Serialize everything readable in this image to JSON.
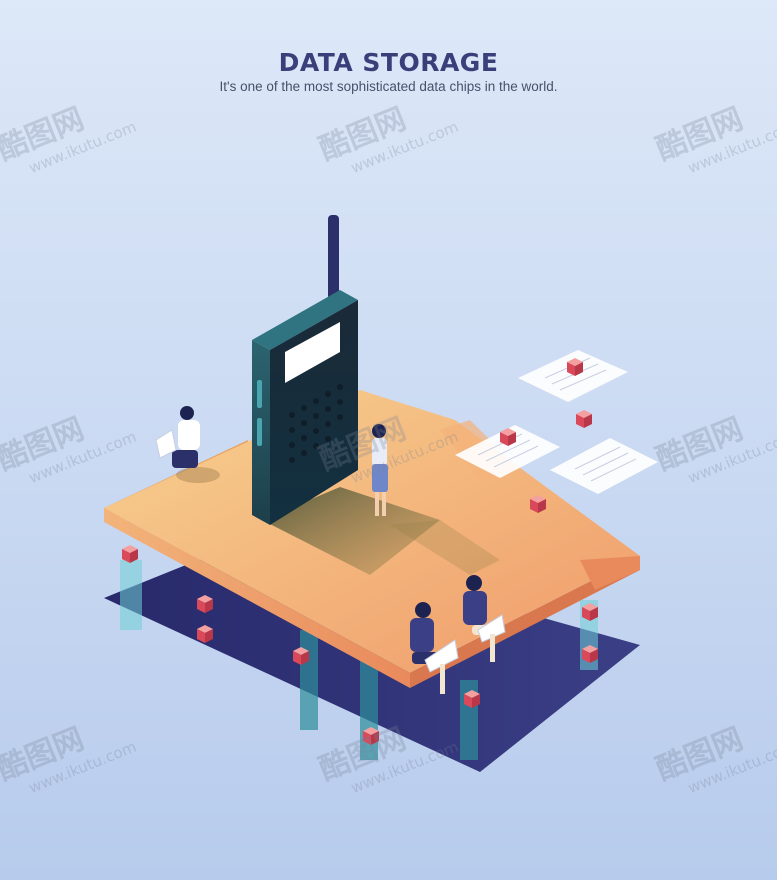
{
  "header": {
    "title": "DATA STORAGE",
    "subtitle": "It's one of the most sophisticated data chips in the world."
  },
  "watermark": {
    "brand": "酷图网",
    "url": "www.ikutu.com"
  },
  "colors": {
    "background_top": "#dde8f8",
    "background_bottom": "#b7cbec",
    "platform_top": "#f4b978",
    "platform_dark": "#2b2e6e",
    "device_body": "#23505a",
    "accent_cube": "#d9495a"
  }
}
